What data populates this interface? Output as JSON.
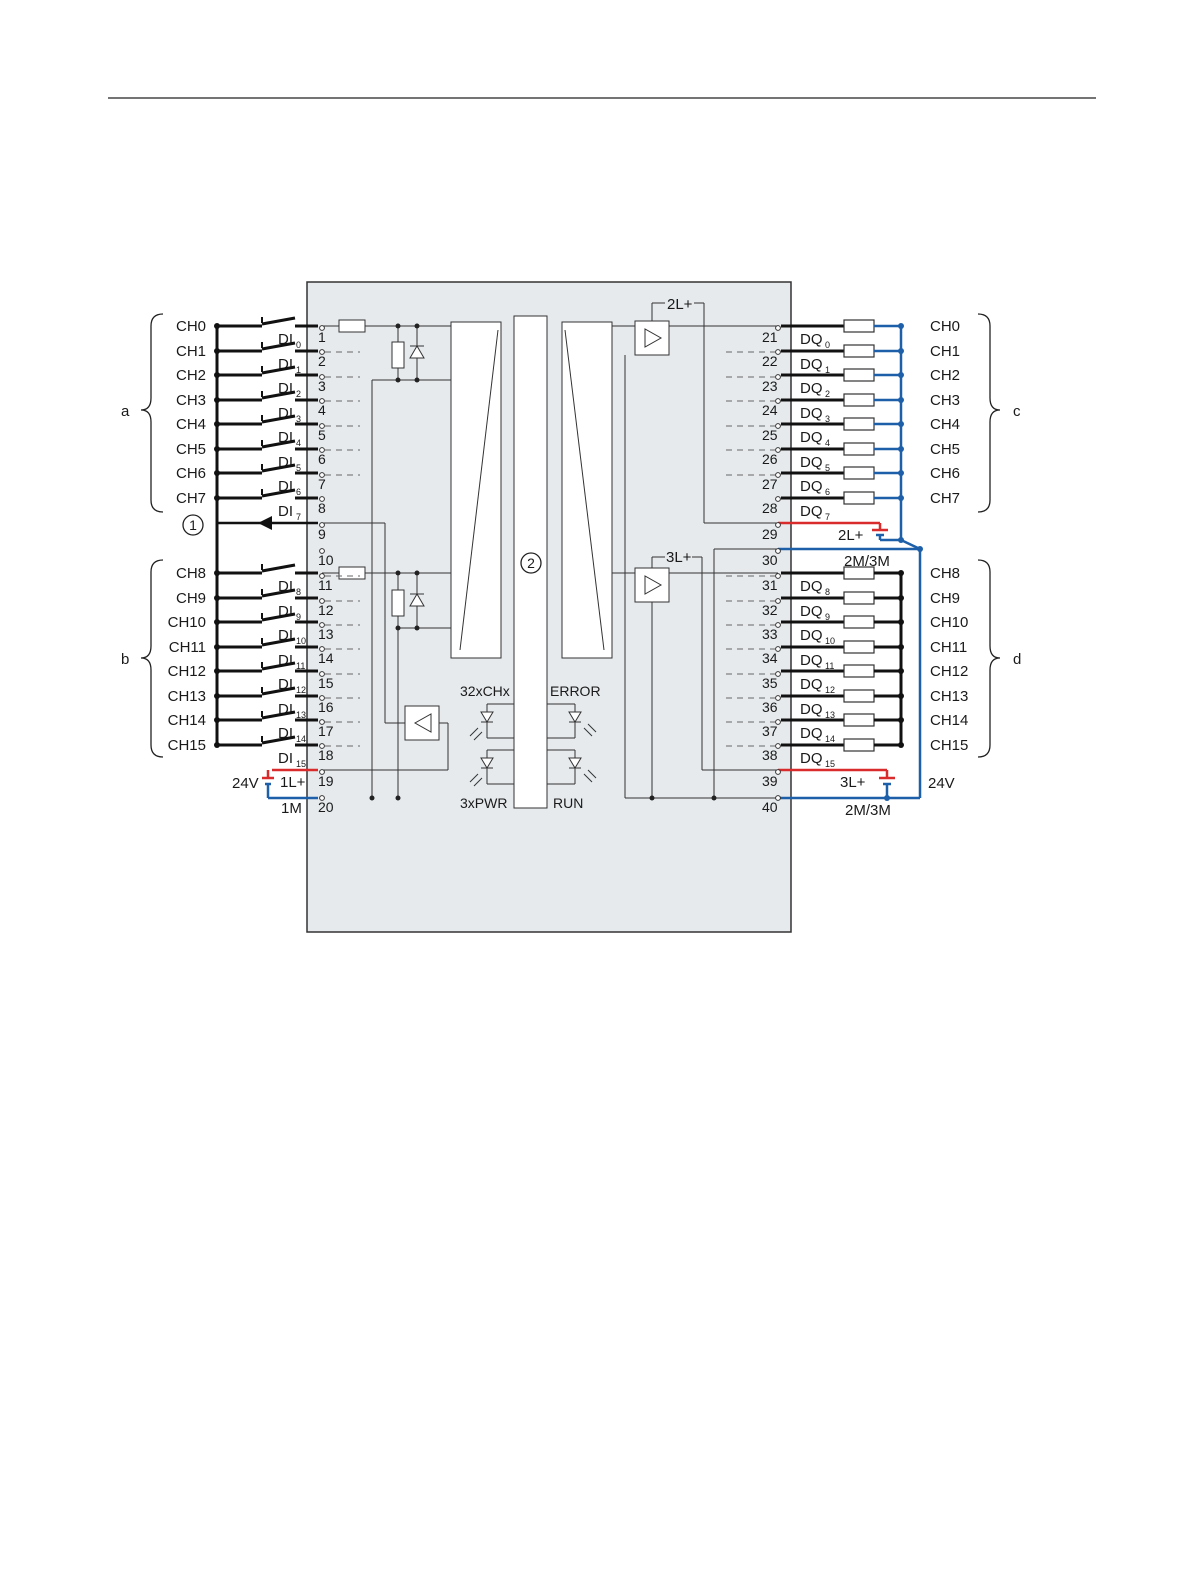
{
  "diagram": {
    "left_channels_a": [
      "CH0",
      "CH1",
      "CH2",
      "CH3",
      "CH4",
      "CH5",
      "CH6",
      "CH7"
    ],
    "left_channels_b": [
      "CH8",
      "CH9",
      "CH10",
      "CH11",
      "CH12",
      "CH13",
      "CH14",
      "CH15"
    ],
    "right_channels_c": [
      "CH0",
      "CH1",
      "CH2",
      "CH3",
      "CH4",
      "CH5",
      "CH6",
      "CH7"
    ],
    "right_channels_d": [
      "CH8",
      "CH9",
      "CH10",
      "CH11",
      "CH12",
      "CH13",
      "CH14",
      "CH15"
    ],
    "di_labels": [
      "DI",
      "DI",
      "DI",
      "DI",
      "DI",
      "DI",
      "DI",
      "DI",
      "DI",
      "DI",
      "DI",
      "DI",
      "DI",
      "DI",
      "DI",
      "DI"
    ],
    "di_subs": [
      "0",
      "1",
      "2",
      "3",
      "4",
      "5",
      "6",
      "7",
      "8",
      "9",
      "10",
      "11",
      "12",
      "13",
      "14",
      "15"
    ],
    "dq_labels": [
      "DQ",
      "DQ",
      "DQ",
      "DQ",
      "DQ",
      "DQ",
      "DQ",
      "DQ",
      "DQ",
      "DQ",
      "DQ",
      "DQ",
      "DQ",
      "DQ",
      "DQ",
      "DQ"
    ],
    "dq_subs": [
      "0",
      "1",
      "2",
      "3",
      "4",
      "5",
      "6",
      "7",
      "8",
      "9",
      "10",
      "11",
      "12",
      "13",
      "14",
      "15"
    ],
    "left_pins": [
      "1",
      "2",
      "3",
      "4",
      "5",
      "6",
      "7",
      "8",
      "9",
      "10",
      "11",
      "12",
      "13",
      "14",
      "15",
      "16",
      "17",
      "18",
      "19",
      "20"
    ],
    "right_pins": [
      "21",
      "22",
      "23",
      "24",
      "25",
      "26",
      "27",
      "28",
      "29",
      "30",
      "31",
      "32",
      "33",
      "34",
      "35",
      "36",
      "37",
      "38",
      "39",
      "40"
    ],
    "group_labels": {
      "a": "a",
      "b": "b",
      "c": "c",
      "d": "d"
    },
    "callouts": {
      "one": "1",
      "two": "2"
    },
    "supply": {
      "left_24v": "24V",
      "l1": "1L+",
      "m1": "1M",
      "l2_top": "2L+",
      "l2_bottom": "2L+",
      "m23_top": "2M/3M",
      "l3_top": "3L+",
      "l3_bottom": "3L+",
      "m23_bottom": "2M/3M",
      "right_24v": "24V"
    },
    "leds": {
      "ch": "32xCHx",
      "error": "ERROR",
      "pwr": "3xPWR",
      "run": "RUN"
    },
    "colors": {
      "positive": "#d92b2b",
      "negative": "#1d5fa8",
      "module_fill": "#e6eaed"
    }
  }
}
